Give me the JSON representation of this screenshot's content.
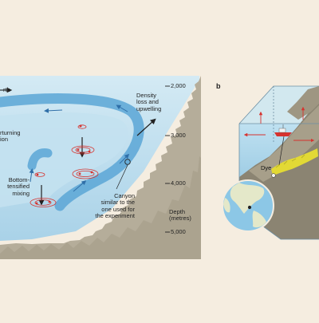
{
  "panel_b": {
    "letter": "b",
    "dye_label": "Dye"
  },
  "panel_a": {
    "labels": {
      "north": "rth",
      "overturning_l1": "rturning",
      "overturning_l2": "ion",
      "density_l1": "Density",
      "density_l2": "loss and",
      "density_l3": "upwelling",
      "bottom_l1": "Bottom-",
      "bottom_l2": "tensified",
      "bottom_l3": "mixing",
      "canyon_l1": "Canyon",
      "canyon_l2": "similar to the",
      "canyon_l3": "one used for",
      "canyon_l4": "the experiment",
      "depth_l1": "Depth",
      "depth_l2": "(metres)"
    },
    "depth_ticks": [
      "2,000",
      "3,000",
      "4,000",
      "5,000"
    ]
  },
  "colors": {
    "background": "#f5ede0",
    "water_light": "#c8e4f1",
    "water_mid": "#b3d8ea",
    "water_deep": "#8fc3de",
    "circulation_band": "#5aa6d6",
    "arrow_red": "#d6332f",
    "seafloor": "#b5ad9a",
    "seafloor_dark": "#8b8472",
    "dye": "#e2d935"
  }
}
